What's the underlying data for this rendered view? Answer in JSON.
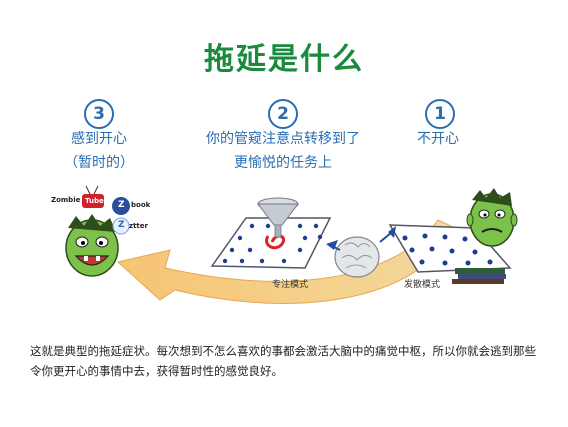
{
  "title": "拖延是什么",
  "steps": [
    {
      "number": "3",
      "line1": "感到开心",
      "line2": "（暂时的）"
    },
    {
      "number": "2",
      "line1": "你的管窥注意点转移到了",
      "line2": "更愉悦的任务上"
    },
    {
      "number": "1",
      "line1": "不开心",
      "line2": ""
    }
  ],
  "modes": {
    "focused": "专注模式",
    "diffuse": "发散模式"
  },
  "apps": {
    "zombie": "Zombie",
    "tube": "Tube",
    "zbook_letter": "Z",
    "zbook_text": "book",
    "zztter_letter": "Z",
    "zztter_text": "ztter"
  },
  "caption": "这就是典型的拖延症状。每次想到不怎么喜欢的事都会激活大脑中的痛觉中枢，所以你就会逃到那些令你更开心的事情中去，获得暂时性的感觉良好。",
  "colors": {
    "title": "#1a8a3c",
    "step": "#2a6db0",
    "arrow": "#f3b45a",
    "zombie": "#7cc24a"
  }
}
